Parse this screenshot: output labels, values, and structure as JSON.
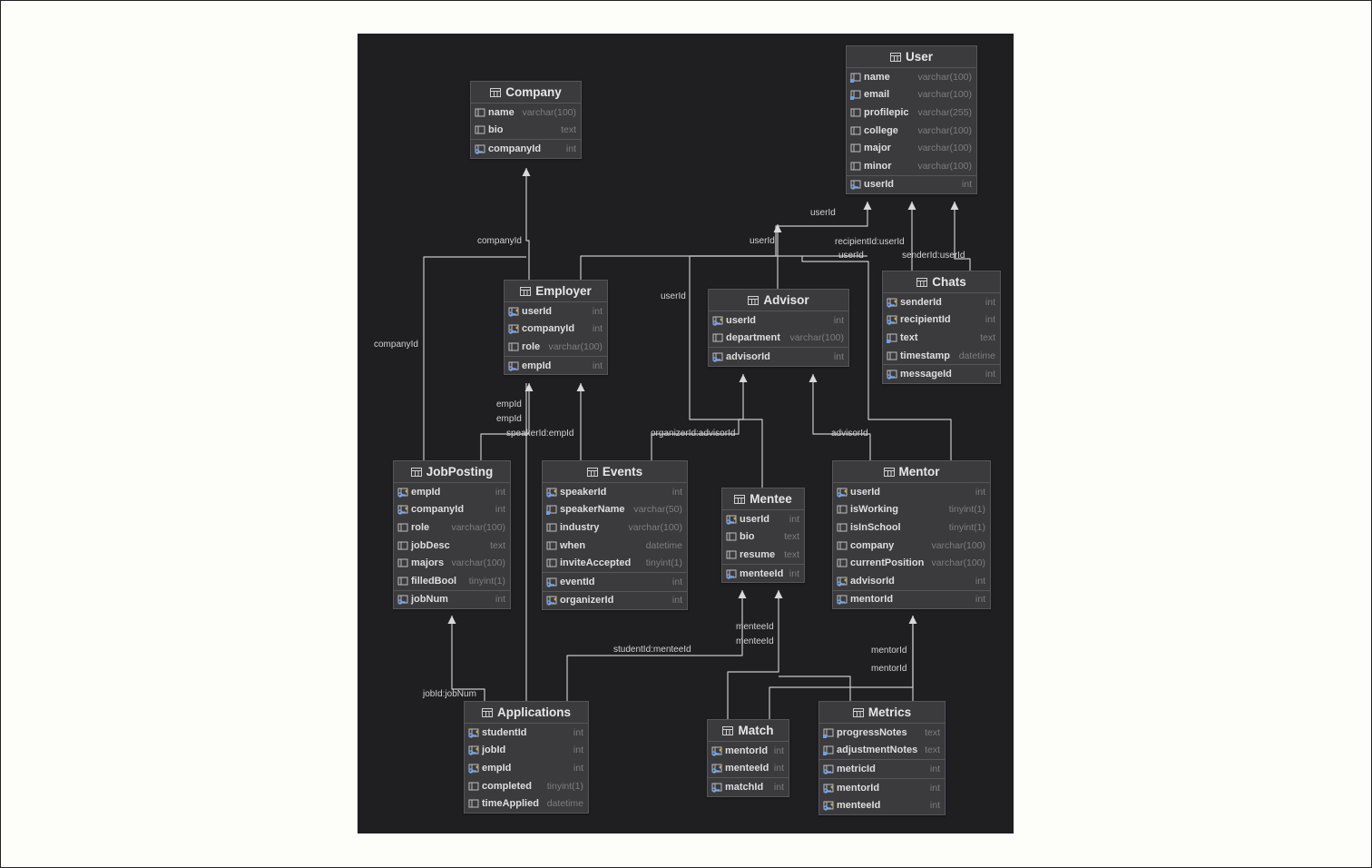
{
  "tables": [
    {
      "key": "company",
      "title": "Company",
      "fields": [
        {
          "name": "name",
          "type": "varchar(100)",
          "kind": "col"
        },
        {
          "name": "bio",
          "type": "text",
          "kind": "col"
        },
        {
          "name": "companyId",
          "type": "int",
          "kind": "pk"
        }
      ]
    },
    {
      "key": "user",
      "title": "User",
      "fields": [
        {
          "name": "name",
          "type": "varchar(100)",
          "kind": "idx"
        },
        {
          "name": "email",
          "type": "varchar(100)",
          "kind": "idx"
        },
        {
          "name": "profilepic",
          "type": "varchar(255)",
          "kind": "col"
        },
        {
          "name": "college",
          "type": "varchar(100)",
          "kind": "col"
        },
        {
          "name": "major",
          "type": "varchar(100)",
          "kind": "col"
        },
        {
          "name": "minor",
          "type": "varchar(100)",
          "kind": "col"
        },
        {
          "name": "userId",
          "type": "int",
          "kind": "pk"
        }
      ]
    },
    {
      "key": "employer",
      "title": "Employer",
      "fields": [
        {
          "name": "userId",
          "type": "int",
          "kind": "fk"
        },
        {
          "name": "companyId",
          "type": "int",
          "kind": "fk"
        },
        {
          "name": "role",
          "type": "varchar(100)",
          "kind": "col"
        },
        {
          "name": "empId",
          "type": "int",
          "kind": "pk"
        }
      ]
    },
    {
      "key": "advisor",
      "title": "Advisor",
      "fields": [
        {
          "name": "userId",
          "type": "int",
          "kind": "fk"
        },
        {
          "name": "department",
          "type": "varchar(100)",
          "kind": "col"
        },
        {
          "name": "advisorId",
          "type": "int",
          "kind": "pk"
        }
      ]
    },
    {
      "key": "chats",
      "title": "Chats",
      "fields": [
        {
          "name": "senderId",
          "type": "int",
          "kind": "fk"
        },
        {
          "name": "recipientId",
          "type": "int",
          "kind": "fk"
        },
        {
          "name": "text",
          "type": "text",
          "kind": "idx"
        },
        {
          "name": "timestamp",
          "type": "datetime",
          "kind": "col"
        },
        {
          "name": "messageId",
          "type": "int",
          "kind": "pk"
        }
      ]
    },
    {
      "key": "jobposting",
      "title": "JobPosting",
      "fields": [
        {
          "name": "empId",
          "type": "int",
          "kind": "fk"
        },
        {
          "name": "companyId",
          "type": "int",
          "kind": "fk"
        },
        {
          "name": "role",
          "type": "varchar(100)",
          "kind": "col"
        },
        {
          "name": "jobDesc",
          "type": "text",
          "kind": "col"
        },
        {
          "name": "majors",
          "type": "varchar(100)",
          "kind": "col"
        },
        {
          "name": "filledBool",
          "type": "tinyint(1)",
          "kind": "col"
        },
        {
          "name": "jobNum",
          "type": "int",
          "kind": "pk"
        }
      ]
    },
    {
      "key": "events",
      "title": "Events",
      "fields": [
        {
          "name": "speakerId",
          "type": "int",
          "kind": "fk"
        },
        {
          "name": "speakerName",
          "type": "varchar(50)",
          "kind": "idx"
        },
        {
          "name": "industry",
          "type": "varchar(100)",
          "kind": "col"
        },
        {
          "name": "when",
          "type": "datetime",
          "kind": "col"
        },
        {
          "name": "inviteAccepted",
          "type": "tinyint(1)",
          "kind": "col"
        },
        {
          "name": "eventId",
          "type": "int",
          "kind": "pk"
        },
        {
          "name": "organizerId",
          "type": "int",
          "kind": "fk"
        }
      ]
    },
    {
      "key": "mentee",
      "title": "Mentee",
      "fields": [
        {
          "name": "userId",
          "type": "int",
          "kind": "fk"
        },
        {
          "name": "bio",
          "type": "text",
          "kind": "col"
        },
        {
          "name": "resume",
          "type": "text",
          "kind": "col"
        },
        {
          "name": "menteeId",
          "type": "int",
          "kind": "pk"
        }
      ]
    },
    {
      "key": "mentor",
      "title": "Mentor",
      "fields": [
        {
          "name": "userId",
          "type": "int",
          "kind": "fk"
        },
        {
          "name": "isWorking",
          "type": "tinyint(1)",
          "kind": "col"
        },
        {
          "name": "isInSchool",
          "type": "tinyint(1)",
          "kind": "col"
        },
        {
          "name": "company",
          "type": "varchar(100)",
          "kind": "col"
        },
        {
          "name": "currentPosition",
          "type": "varchar(100)",
          "kind": "col"
        },
        {
          "name": "advisorId",
          "type": "int",
          "kind": "fk"
        },
        {
          "name": "mentorId",
          "type": "int",
          "kind": "pk"
        }
      ]
    },
    {
      "key": "applications",
      "title": "Applications",
      "fields": [
        {
          "name": "studentId",
          "type": "int",
          "kind": "fk"
        },
        {
          "name": "jobId",
          "type": "int",
          "kind": "fk"
        },
        {
          "name": "empId",
          "type": "int",
          "kind": "fk"
        },
        {
          "name": "completed",
          "type": "tinyint(1)",
          "kind": "col"
        },
        {
          "name": "timeApplied",
          "type": "datetime",
          "kind": "col"
        }
      ]
    },
    {
      "key": "match",
      "title": "Match",
      "fields": [
        {
          "name": "mentorId",
          "type": "int",
          "kind": "fk"
        },
        {
          "name": "menteeId",
          "type": "int",
          "kind": "fk"
        },
        {
          "name": "matchId",
          "type": "int",
          "kind": "pk"
        }
      ]
    },
    {
      "key": "metrics",
      "title": "Metrics",
      "fields": [
        {
          "name": "progressNotes",
          "type": "text",
          "kind": "idx"
        },
        {
          "name": "adjustmentNotes",
          "type": "text",
          "kind": "idx"
        },
        {
          "name": "metricId",
          "type": "int",
          "kind": "pk"
        },
        {
          "name": "mentorId",
          "type": "int",
          "kind": "fk"
        },
        {
          "name": "menteeId",
          "type": "int",
          "kind": "fk"
        }
      ]
    }
  ],
  "edge_labels": [
    {
      "key": "l01",
      "text": "companyId"
    },
    {
      "key": "l02",
      "text": "companyId"
    },
    {
      "key": "l03",
      "text": "userId"
    },
    {
      "key": "l04",
      "text": "userId"
    },
    {
      "key": "l05",
      "text": "userId"
    },
    {
      "key": "l06",
      "text": "recipientId:userId"
    },
    {
      "key": "l07",
      "text": "userId"
    },
    {
      "key": "l08",
      "text": "senderId:userId"
    },
    {
      "key": "l09",
      "text": "empId"
    },
    {
      "key": "l10",
      "text": "empId"
    },
    {
      "key": "l11",
      "text": "speakerId:empId"
    },
    {
      "key": "l12",
      "text": "organizerId:advisorId"
    },
    {
      "key": "l13",
      "text": "advisorId"
    },
    {
      "key": "l14",
      "text": "menteeId"
    },
    {
      "key": "l15",
      "text": "menteeId"
    },
    {
      "key": "l16",
      "text": "studentId:menteeId"
    },
    {
      "key": "l17",
      "text": "mentorId"
    },
    {
      "key": "l18",
      "text": "mentorId"
    },
    {
      "key": "l19",
      "text": "jobId:jobNum"
    }
  ],
  "colors": {
    "canvas": "#1f1f22",
    "table_bg": "#3b3b3e",
    "edge": "#c8c8c8",
    "key_icon": "#6f9fe8"
  }
}
